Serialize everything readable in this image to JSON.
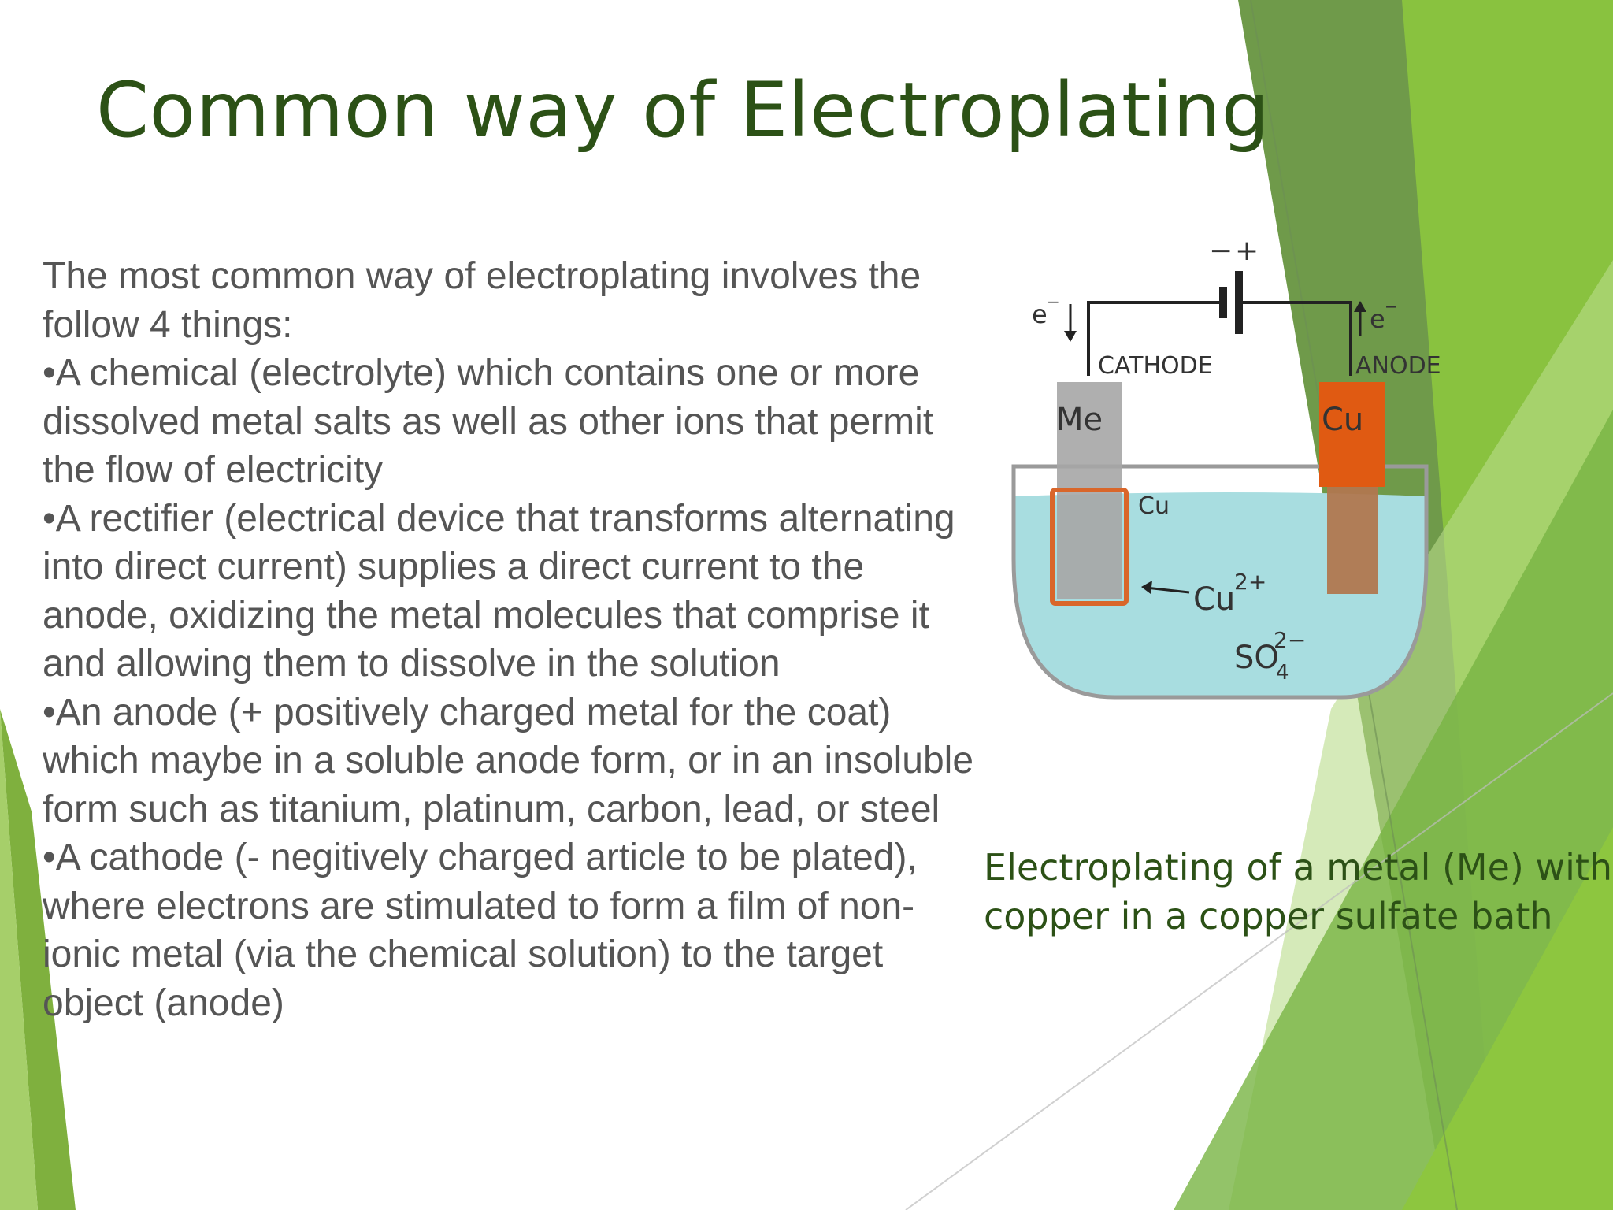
{
  "slide": {
    "title": "Common way of Electroplating",
    "body": {
      "intro": "The most common way of electroplating involves the follow 4 things:",
      "bullets": [
        "•A chemical (electrolyte) which contains one or more dissolved metal salts as well as other ions that permit the flow of electricity",
        "•A rectifier (electrical device that transforms alternating into direct current) supplies a direct current to the anode, oxidizing the metal molecules that comprise it and allowing them to dissolve in the solution",
        "•An anode (+ positively charged metal for the coat) which maybe in a soluble anode form, or in an insoluble form such as titanium, platinum, carbon, lead, or steel",
        "•A cathode (- negitively charged article to be plated), where electrons are stimulated to form a film of non-ionic metal (via the chemical solution) to the target object (anode)"
      ]
    },
    "caption": {
      "line1": "Electroplating of a metal (Me) with",
      "line2": "copper in a copper sulfate bath"
    }
  },
  "diagram": {
    "battery_minus": "−",
    "battery_plus": "+",
    "electron_left": "e",
    "electron_right": "e",
    "electron_charge": "−",
    "cathode_label": "CATHODE",
    "anode_label": "ANODE",
    "cathode_metal": "Me",
    "anode_metal": "Cu",
    "plated_layer": "Cu",
    "cation": "Cu",
    "cation_charge": "2+",
    "anion": "SO",
    "anion_subscript": "4",
    "anion_charge": "2−"
  },
  "colors": {
    "title": "#2c5116",
    "body_text": "#555555",
    "accent_green": "#8dc63f",
    "dark_green": "#5f8f3a",
    "anode_copper": "#e05a12",
    "cathode_grey": "#9e9e9e",
    "bath_solution": "#a8dde0"
  }
}
